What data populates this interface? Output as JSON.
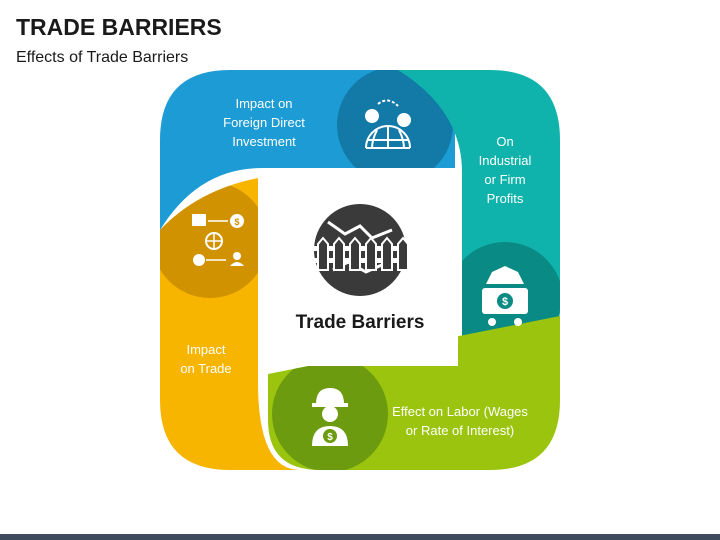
{
  "header": {
    "title": "TRADE BARRIERS",
    "subtitle": "Effects of Trade Barriers"
  },
  "center": {
    "label": "Trade Barriers",
    "icon": "globe-fence-icon"
  },
  "segments": [
    {
      "lines": [
        "Impact on",
        "Foreign Direct",
        "Investment"
      ],
      "color": "#1c9bd4",
      "dark": "#137aa8",
      "icon": "globe-currency-exchange-icon"
    },
    {
      "lines": [
        "On",
        "Industrial",
        "or Firm",
        "Profits"
      ],
      "color": "#0fb3ab",
      "dark": "#0a8a84",
      "icon": "money-cart-icon"
    },
    {
      "lines": [
        "Effect on Labor (Wages",
        "or Rate of Interest)"
      ],
      "color": "#9bc40e",
      "dark": "#6c9b10",
      "icon": "worker-dollar-icon"
    },
    {
      "lines": [
        "Impact",
        "on Trade"
      ],
      "color": "#f7b500",
      "dark": "#d19200",
      "icon": "trade-network-icon"
    }
  ]
}
